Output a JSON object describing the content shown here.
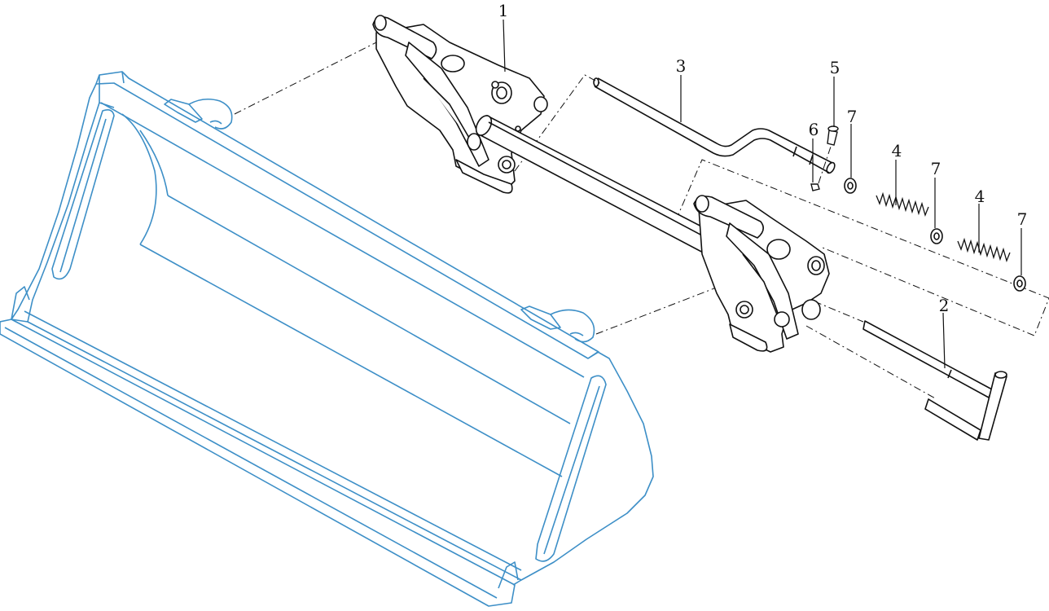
{
  "colors": {
    "bucket_stroke": "#3d8fc7",
    "bucket_detail": "#5aa7d8",
    "part_stroke": "#111111",
    "leader_stroke": "#111111"
  },
  "callouts": [
    {
      "id": "1",
      "label": "1"
    },
    {
      "id": "3",
      "label": "3"
    },
    {
      "id": "5",
      "label": "5"
    },
    {
      "id": "6",
      "label": "6"
    },
    {
      "id": "7a",
      "label": "7"
    },
    {
      "id": "4a",
      "label": "4"
    },
    {
      "id": "7b",
      "label": "7"
    },
    {
      "id": "4b",
      "label": "4"
    },
    {
      "id": "7c",
      "label": "7"
    },
    {
      "id": "2",
      "label": "2"
    }
  ]
}
